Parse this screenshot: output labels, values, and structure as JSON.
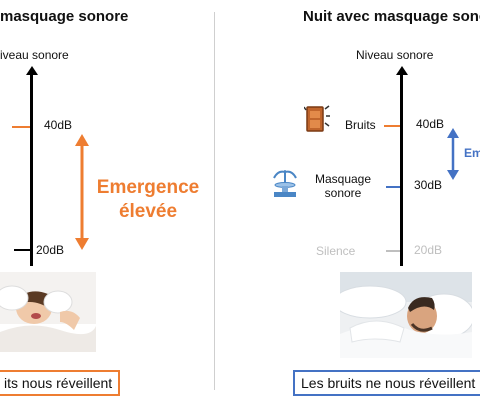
{
  "left_panel": {
    "title": "masquage sonore",
    "axis_label": "iveau sonore",
    "tick_top": "40dB",
    "tick_bottom": "20dB",
    "emergence_line1": "Emergence",
    "emergence_line2": "élevée",
    "caption": "its nous réveillent"
  },
  "right_panel": {
    "title": "Nuit avec masquage sonore",
    "axis_label": "Niveau sonore",
    "noise_label": "Bruits",
    "noise_tick": "40dB",
    "masking_label_line1": "Masquage",
    "masking_label_line2": "sonore",
    "masking_tick": "30dB",
    "silence_label": "Silence",
    "silence_tick": "20dB",
    "emergence_partial": "Eme",
    "caption": "Les bruits ne nous réveillent p"
  },
  "colors": {
    "orange": "#ee7d31",
    "blue": "#4472c4",
    "gray": "#bfbfbf"
  },
  "icons": {
    "noise": "door-slam-icon",
    "masking": "fountain-icon"
  }
}
